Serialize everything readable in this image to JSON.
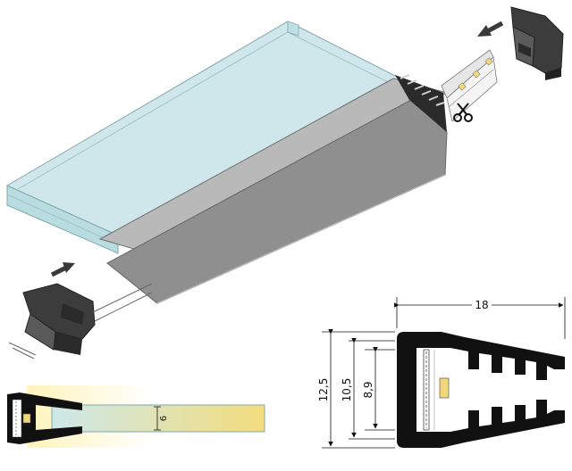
{
  "dimensions": {
    "width": "18",
    "height_total": "12,5",
    "height_inner": "10,5",
    "height_channel": "8,9",
    "glass_thickness": "6"
  },
  "colors": {
    "profile_dark": "#111111",
    "profile_side": "#8f8f8f",
    "profile_top": "#b9b9b9",
    "glass_fill": "#cde8ea",
    "glass_edge": "#7fa8ae",
    "led_yellow": "#f0d77a",
    "cap_dark": "#3c3c3c",
    "arrow": "#3a3a3a"
  },
  "icons": [
    "scissors-icon",
    "arrow-icon"
  ]
}
